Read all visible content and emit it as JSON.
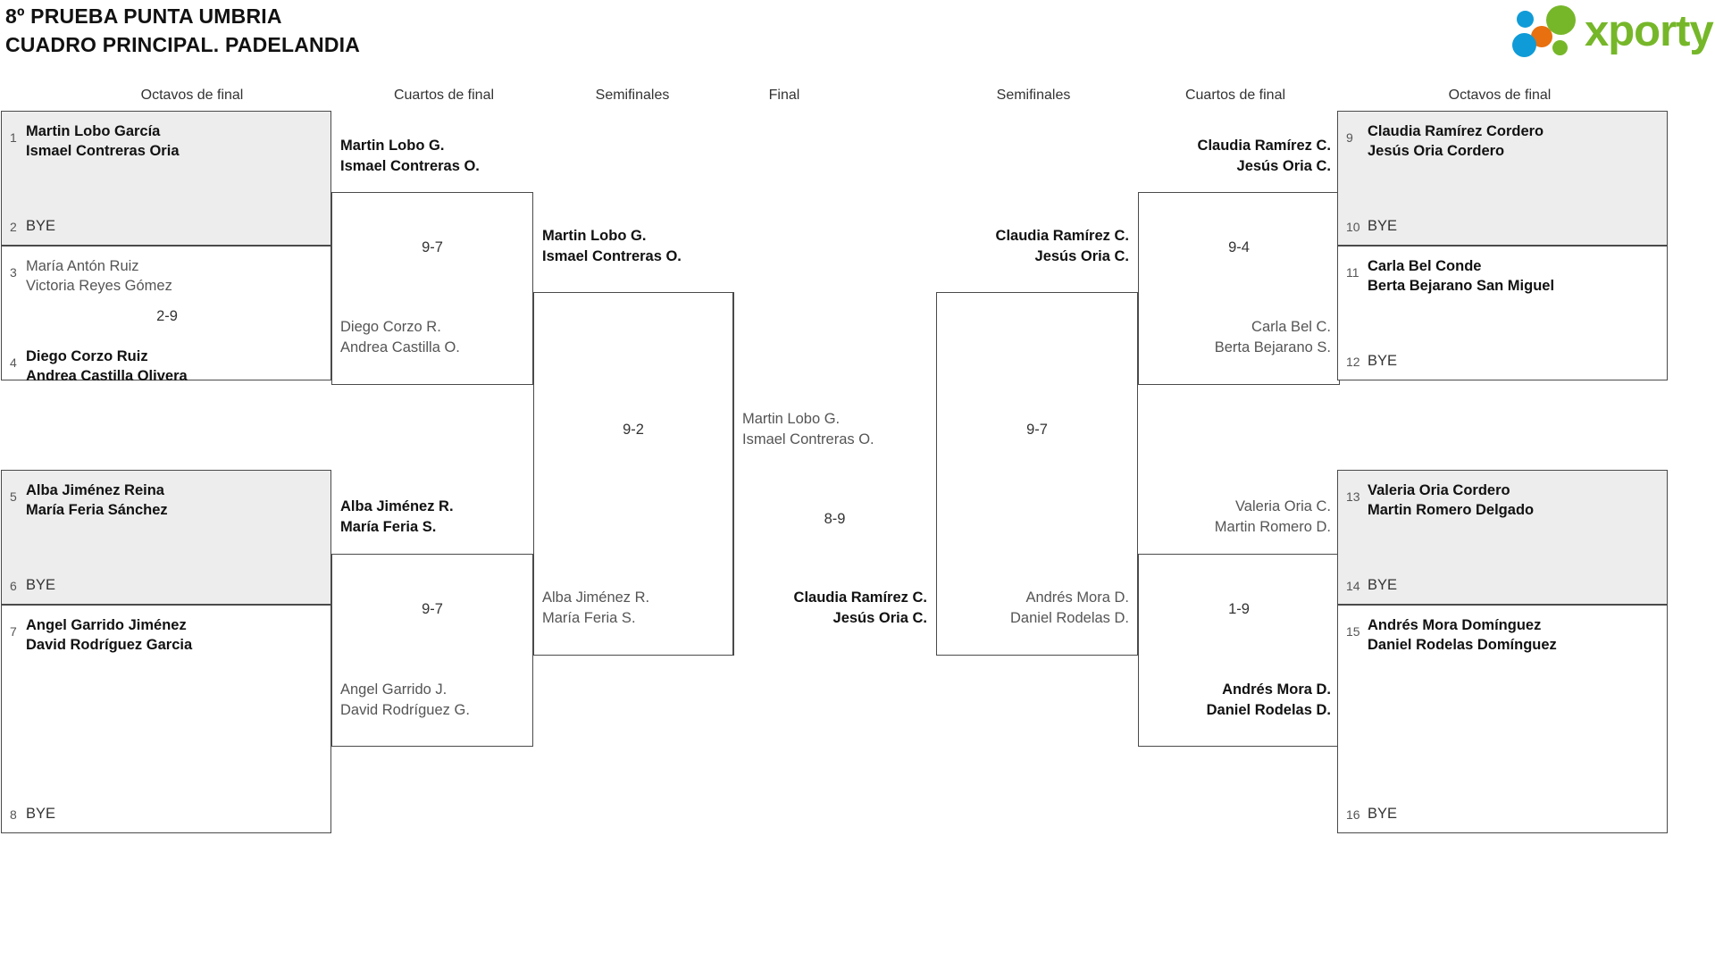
{
  "header": {
    "title_line1": "8º PRUEBA PUNTA UMBRIA",
    "title_line2": "CUADRO PRINCIPAL. PADELANDIA",
    "logo_text": "xporty",
    "logo_colors": {
      "green": "#76b72a",
      "blue": "#0f9bd7",
      "orange": "#e8700f"
    }
  },
  "round_headers": [
    {
      "label": "Octavos de final"
    },
    {
      "label": "Cuartos de final"
    },
    {
      "label": "Semifinales"
    },
    {
      "label": "Final"
    },
    {
      "label": "Semifinales"
    },
    {
      "label": "Cuartos de final"
    },
    {
      "label": "Octavos de final"
    }
  ],
  "left_octavos": [
    {
      "seed": "1",
      "line1": "Martin Lobo García",
      "line2": "Ismael Contreras Oria",
      "status": "win",
      "shaded": true
    },
    {
      "seed": "2",
      "line1": "BYE",
      "line2": "",
      "status": "bye",
      "shaded": true
    },
    {
      "seed": "3",
      "line1": "María Antón Ruiz",
      "line2": "Victoria Reyes Gómez",
      "status": "lose",
      "shaded": false
    },
    {
      "seed": "4",
      "line1": "Diego Corzo Ruiz",
      "line2": "Andrea Castilla Olivera",
      "status": "win",
      "shaded": false
    },
    {
      "seed": "5",
      "line1": "Alba Jiménez Reina",
      "line2": "María Feria Sánchez",
      "status": "win",
      "shaded": true
    },
    {
      "seed": "6",
      "line1": "BYE",
      "line2": "",
      "status": "bye",
      "shaded": true
    },
    {
      "seed": "7",
      "line1": "Angel Garrido Jiménez",
      "line2": "David Rodríguez Garcia",
      "status": "win",
      "shaded": false
    },
    {
      "seed": "8",
      "line1": "BYE",
      "line2": "",
      "status": "bye",
      "shaded": false
    }
  ],
  "right_octavos": [
    {
      "seed": "9",
      "line1": "Claudia Ramírez Cordero",
      "line2": "Jesús Oria Cordero",
      "status": "win",
      "shaded": true
    },
    {
      "seed": "10",
      "line1": "BYE",
      "line2": "",
      "status": "bye",
      "shaded": true
    },
    {
      "seed": "11",
      "line1": "Carla Bel Conde",
      "line2": "Berta Bejarano San Miguel",
      "status": "win",
      "shaded": false
    },
    {
      "seed": "12",
      "line1": "BYE",
      "line2": "",
      "status": "bye",
      "shaded": false
    },
    {
      "seed": "13",
      "line1": "Valeria Oria Cordero",
      "line2": "Martin Romero Delgado",
      "status": "win",
      "shaded": true
    },
    {
      "seed": "14",
      "line1": "BYE",
      "line2": "",
      "status": "bye",
      "shaded": true
    },
    {
      "seed": "15",
      "line1": "Andrés Mora Domínguez",
      "line2": "Daniel Rodelas Domínguez",
      "status": "win",
      "shaded": false
    },
    {
      "seed": "16",
      "line1": "BYE",
      "line2": "",
      "status": "bye",
      "shaded": false
    }
  ],
  "left_octavos_scores": [
    {
      "score": "2-9"
    }
  ],
  "left_cuartos": [
    {
      "top": {
        "line1": "Martin Lobo G.",
        "line2": "Ismael Contreras O.",
        "status": "win"
      },
      "score": "9-7",
      "bottom": {
        "line1": "Diego Corzo R.",
        "line2": "Andrea Castilla O.",
        "status": "lose"
      }
    },
    {
      "top": {
        "line1": "Alba Jiménez R.",
        "line2": "María Feria S.",
        "status": "win"
      },
      "score": "9-7",
      "bottom": {
        "line1": "Angel Garrido J.",
        "line2": "David Rodríguez G.",
        "status": "lose"
      }
    }
  ],
  "left_semifinal": {
    "top": {
      "line1": "Martin Lobo G.",
      "line2": "Ismael Contreras O.",
      "status": "win"
    },
    "score": "9-2",
    "bottom": {
      "line1": "Alba Jiménez R.",
      "line2": "María Feria S.",
      "status": "lose"
    }
  },
  "final": {
    "top": {
      "line1": "Martin Lobo G.",
      "line2": "Ismael Contreras O.",
      "status": "lose"
    },
    "score": "8-9",
    "bottom": {
      "line1": "Claudia Ramírez C.",
      "line2": "Jesús Oria C.",
      "status": "win"
    }
  },
  "right_semifinal": {
    "top": {
      "line1": "Claudia Ramírez C.",
      "line2": "Jesús Oria C.",
      "status": "win"
    },
    "score": "9-7",
    "bottom": {
      "line1": "Andrés Mora D.",
      "line2": "Daniel Rodelas D.",
      "status": "lose"
    }
  },
  "right_cuartos": [
    {
      "top": {
        "line1": "Claudia Ramírez C.",
        "line2": "Jesús Oria C.",
        "status": "win"
      },
      "score": "9-4",
      "bottom": {
        "line1": "Carla Bel C.",
        "line2": "Berta Bejarano S.",
        "status": "lose"
      }
    },
    {
      "top": {
        "line1": "Valeria Oria C.",
        "line2": "Martin Romero D.",
        "status": "lose"
      },
      "score": "1-9",
      "bottom": {
        "line1": "Andrés Mora D.",
        "line2": "Daniel Rodelas D.",
        "status": "win"
      }
    }
  ]
}
